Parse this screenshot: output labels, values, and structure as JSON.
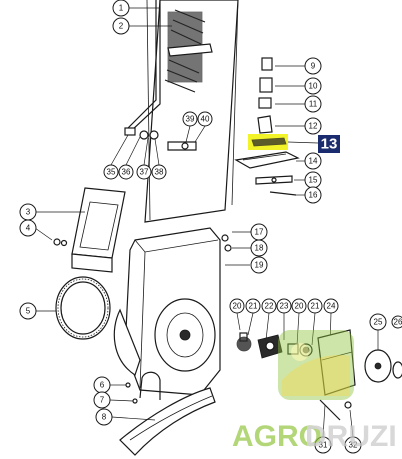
{
  "diagram": {
    "highlight_color": "#f3f32a",
    "highlight_label_bg": "#1a2c6e",
    "highlighted_part": "13",
    "callouts": [
      "1",
      "2",
      "3",
      "4",
      "5",
      "6",
      "7",
      "8",
      "9",
      "10",
      "11",
      "12",
      "13",
      "14",
      "15",
      "16",
      "17",
      "18",
      "19",
      "20",
      "20",
      "21",
      "21",
      "22",
      "23",
      "24",
      "25",
      "26",
      "31",
      "32",
      "35",
      "36",
      "37",
      "38",
      "39",
      "40"
    ]
  },
  "watermark": {
    "text_a": "AGRO",
    "text_b": "DRUZI",
    "accent_color": "#8fc33a"
  }
}
